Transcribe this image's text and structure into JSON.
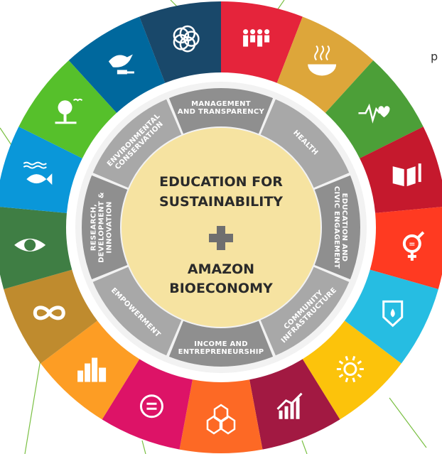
{
  "center": {
    "line1": "EDUCATION FOR",
    "line2": "SUSTAINABILITY",
    "line3": "AMAZON",
    "line4": "BIOECONOMY",
    "plus_color": "#6f6f6f",
    "bg_color": "#f6e3a1"
  },
  "ring_segments": [
    {
      "lines": [
        "MANAGEMENT",
        "AND TRANSPARENCY"
      ]
    },
    {
      "lines": [
        "HEALTH"
      ]
    },
    {
      "lines": [
        "EDUCATION AND",
        "CIVIC ENGAGEMENT"
      ]
    },
    {
      "lines": [
        "COMMUNITY",
        "INFRASTRUCTURE"
      ]
    },
    {
      "lines": [
        "INCOME AND",
        "ENTREPRENEURSHIP"
      ]
    },
    {
      "lines": [
        "EMPOWERMENT"
      ]
    },
    {
      "lines": [
        "RESEARCH,",
        "DEVELOPMENT &",
        "INNOVATION"
      ]
    },
    {
      "lines": [
        "ENVIRONMENTAL",
        "CONSERVATION"
      ]
    }
  ],
  "ring_colors": [
    "#8f8f8f",
    "#a8a8a8"
  ],
  "sdg_segments": [
    {
      "icon": "people-family-icon",
      "color": "#e5243b"
    },
    {
      "icon": "food-bowl-icon",
      "color": "#dda63a"
    },
    {
      "icon": "heartbeat-icon",
      "color": "#4c9f38"
    },
    {
      "icon": "book-pencil-icon",
      "color": "#c5192d"
    },
    {
      "icon": "gender-equality-icon",
      "color": "#ff3a21"
    },
    {
      "icon": "water-drop-icon",
      "color": "#26bde2"
    },
    {
      "icon": "energy-sun-icon",
      "color": "#fcc30b"
    },
    {
      "icon": "growth-chart-icon",
      "color": "#a21942"
    },
    {
      "icon": "cubes-icon",
      "color": "#fd6925"
    },
    {
      "icon": "equality-icon",
      "color": "#dd1367"
    },
    {
      "icon": "city-buildings-icon",
      "color": "#fd9d24"
    },
    {
      "icon": "infinity-icon",
      "color": "#bf8b2e"
    },
    {
      "icon": "eye-globe-icon",
      "color": "#3f7e44"
    },
    {
      "icon": "fish-icon",
      "color": "#0a97d9"
    },
    {
      "icon": "tree-birds-icon",
      "color": "#56c02b"
    },
    {
      "icon": "dove-gavel-icon",
      "color": "#00689d"
    },
    {
      "icon": "partnership-flower-icon",
      "color": "#19486a"
    }
  ],
  "corner_text": "p"
}
